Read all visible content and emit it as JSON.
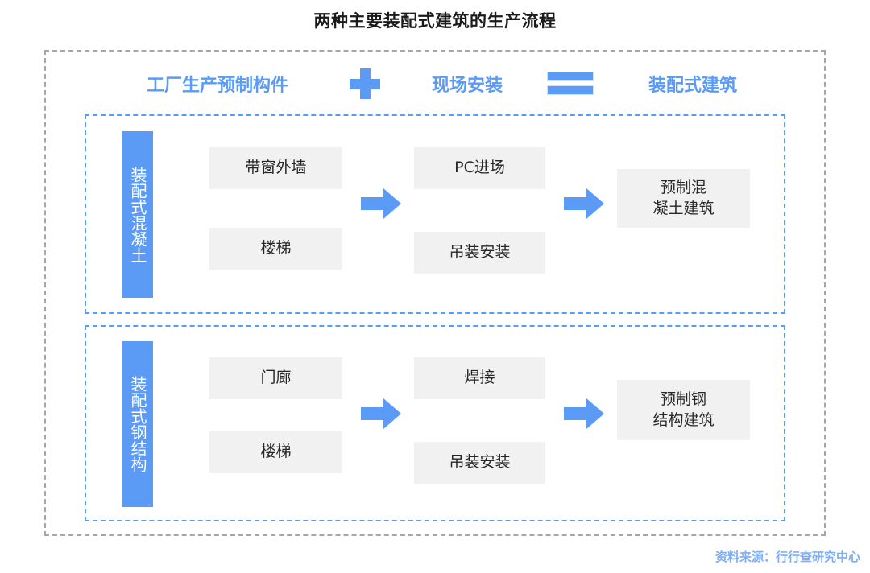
{
  "title": "两种主要装配式建筑的生产流程",
  "equation": {
    "term1": "工厂生产预制构件",
    "operator_plus": "plus-icon",
    "term2": "现场安装",
    "operator_equals": "equals-icon",
    "term3": "装配式建筑"
  },
  "rows": [
    {
      "category_label": "装配式混凝土",
      "factory_steps": [
        "带窗外墙",
        "楼梯"
      ],
      "onsite_steps": [
        "PC进场",
        "吊装安装"
      ],
      "result_line1": "预制混",
      "result_line2": "凝土建筑",
      "arrow1": "right-arrow-icon",
      "arrow2": "right-arrow-icon"
    },
    {
      "category_label": "装配式钢结构",
      "factory_steps": [
        "门廊",
        "楼梯"
      ],
      "onsite_steps": [
        "焊接",
        "吊装安装"
      ],
      "result_line1": "预制钢",
      "result_line2": "结构建筑",
      "arrow1": "right-arrow-icon",
      "arrow2": "right-arrow-icon"
    }
  ],
  "source": "资料来源：行行查研究中心",
  "colors": {
    "accent_blue": "#5B9BF5",
    "box_gray": "#F1F1F1",
    "outer_border_gray": "#A6A6A6",
    "title_black": "#1A1A1A",
    "source_blue": "#7EAEF7"
  }
}
